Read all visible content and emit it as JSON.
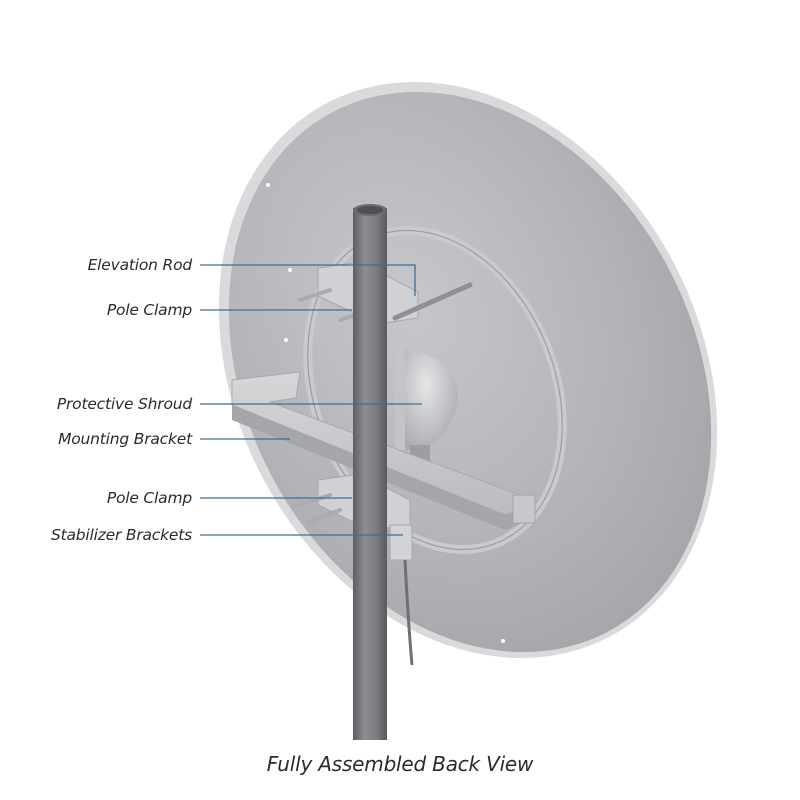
{
  "diagram": {
    "subject": "Dish antenna mounted on pole",
    "caption": "Fully Assembled Back View",
    "callouts": [
      {
        "label": "Elevation Rod"
      },
      {
        "label": "Pole Clamp"
      },
      {
        "label": "Protective Shroud"
      },
      {
        "label": "Mounting Bracket"
      },
      {
        "label": "Pole Clamp"
      },
      {
        "label": "Stabilizer Brackets"
      }
    ],
    "colors": {
      "leader_line": "#3f6f94",
      "dish": "#b4b6b9",
      "dish_rim": "#d6d7d9",
      "pole": "#7c7d80",
      "text": "#2b2b2b"
    }
  }
}
